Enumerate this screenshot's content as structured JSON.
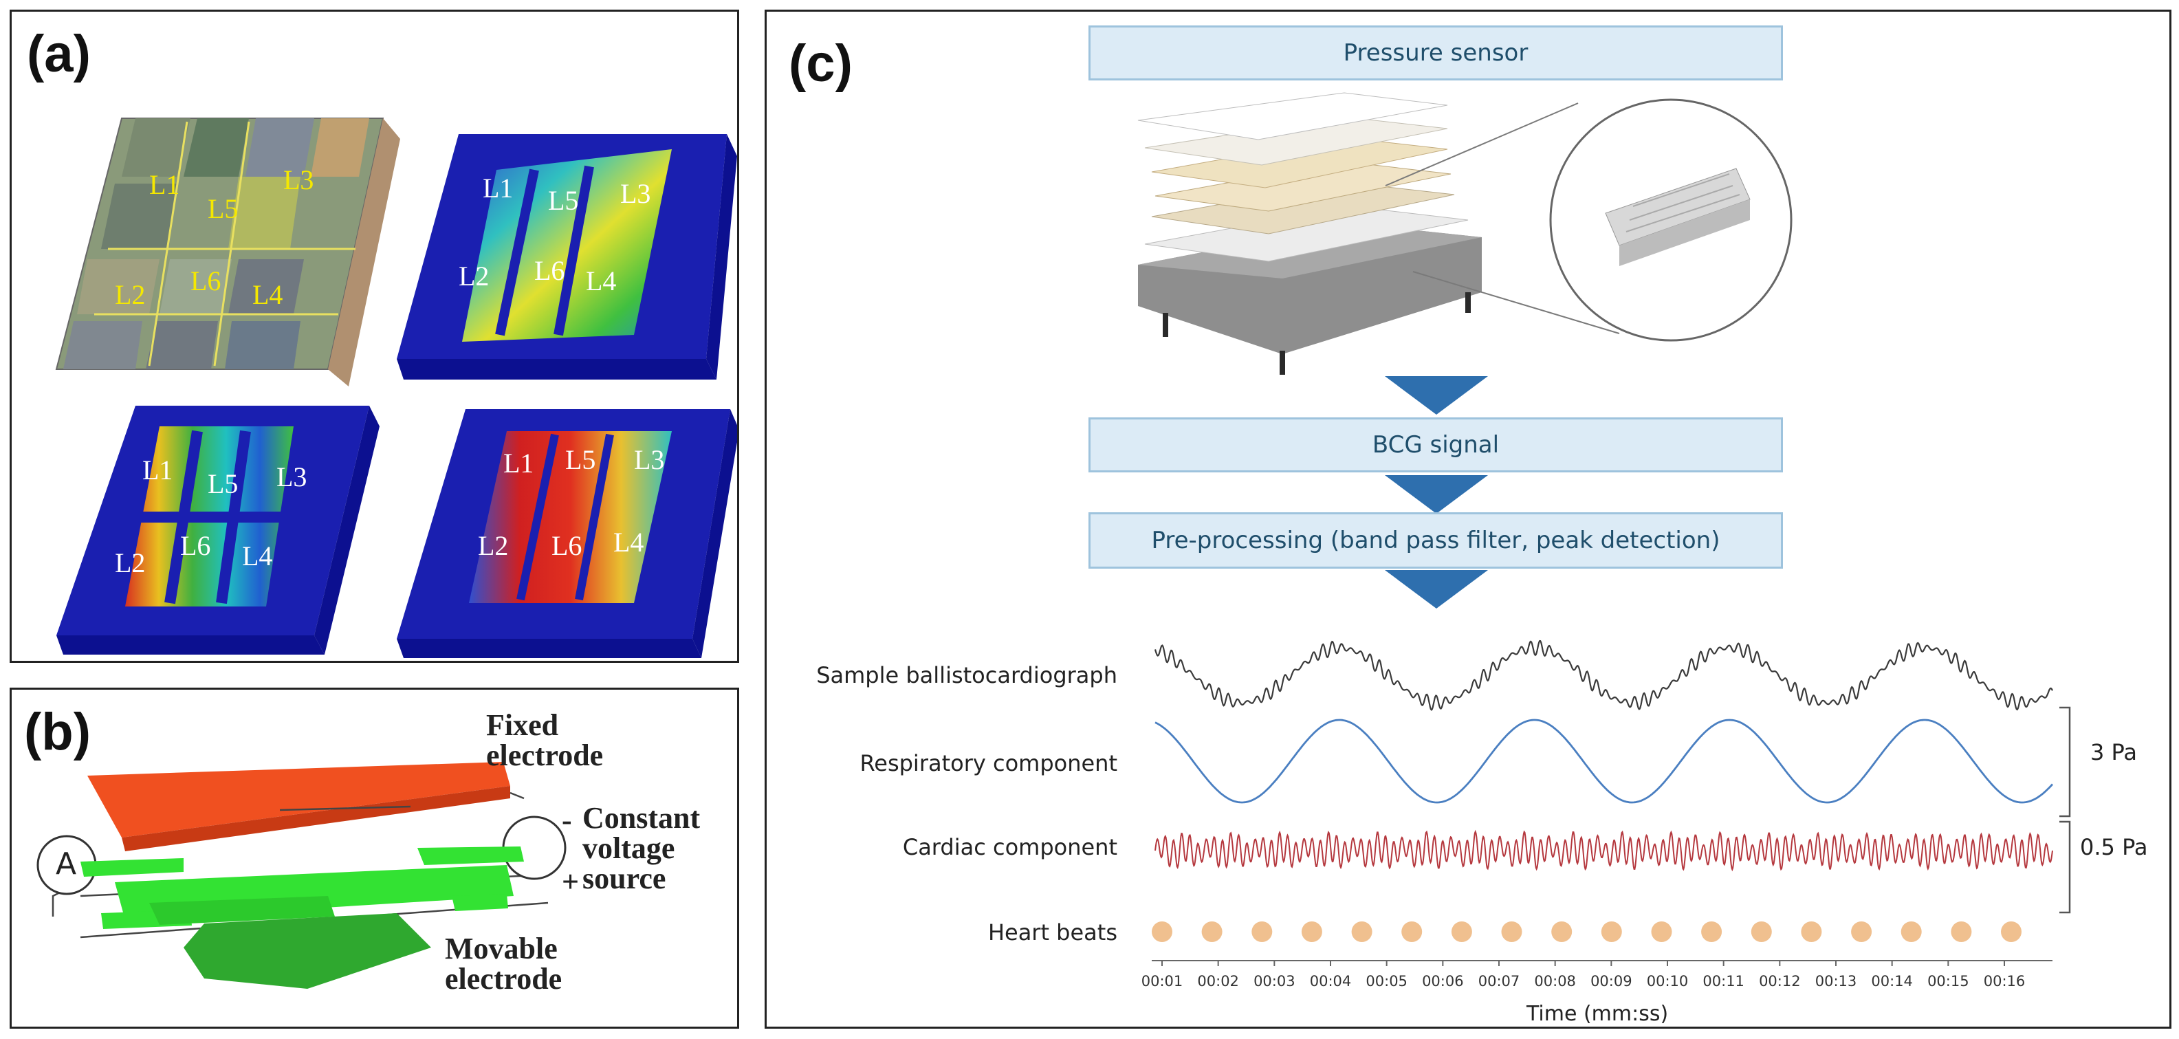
{
  "panels": {
    "a": {
      "letter": "(a)",
      "quadrants": [
        {
          "labels": [
            "L1",
            "L3",
            "L5",
            "L2",
            "L6",
            "L4"
          ]
        },
        {
          "labels": [
            "L1",
            "L5",
            "L3",
            "L2",
            "L6",
            "L4"
          ]
        },
        {
          "labels": [
            "L1",
            "L5",
            "L3",
            "L2",
            "L6",
            "L4"
          ]
        },
        {
          "labels": [
            "L1",
            "L5",
            "L3",
            "L2",
            "L6",
            "L4"
          ]
        }
      ]
    },
    "b": {
      "letter": "(b)",
      "fixed_electrode": "Fixed\nelectrode",
      "constant_voltage_source": "Constant\nvoltage\nsource",
      "movable_electrode": "Movable\nelectrode",
      "ammeter": "A",
      "minus": "-",
      "plus": "+"
    },
    "c": {
      "letter": "(c)",
      "flow": {
        "pressure_sensor": "Pressure sensor",
        "bcg_signal": "BCG signal",
        "preprocessing": "Pre-processing (band pass filter, peak detection)"
      },
      "rows": {
        "sample": "Sample ballistocardiograph",
        "respiratory": "Respiratory component",
        "cardiac": "Cardiac component",
        "heartbeats": "Heart beats"
      },
      "scales": {
        "respiratory": "3 Pa",
        "cardiac": "0.5 Pa"
      },
      "axis_title": "Time (mm:ss)",
      "time_ticks": [
        "00:01",
        "00:02",
        "00:03",
        "00:04",
        "00:05",
        "00:06",
        "00:07",
        "00:08",
        "00:09",
        "00:10",
        "00:11",
        "00:12",
        "00:13",
        "00:14",
        "00:15",
        "00:16"
      ],
      "heartbeat_count": 18,
      "colors": {
        "sample": "#3a3a3a",
        "respiratory": "#4a7fc1",
        "cardiac": "#b5383e",
        "heartbeat": "#f0c08f",
        "flow_fill": "#dcebf6",
        "arrow": "#2e6fae"
      }
    }
  }
}
